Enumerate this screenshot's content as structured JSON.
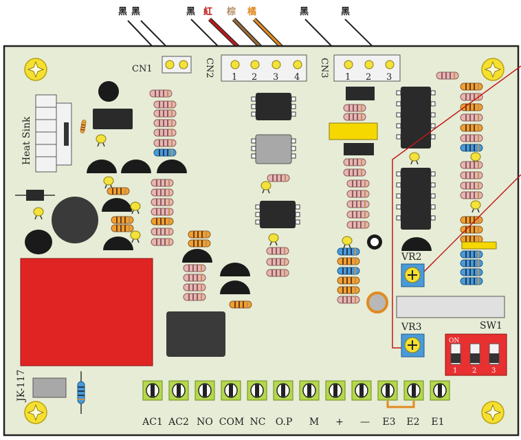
{
  "wire_labels": {
    "cn1_black_a": "黑",
    "cn1_black_b": "黑",
    "cn2_black": "黑",
    "cn2_red": "紅",
    "cn2_brown": "棕",
    "cn2_orange": "橘",
    "cn3_black_a": "黑",
    "cn3_black_b": "黑"
  },
  "connectors": {
    "cn1": {
      "label": "CN1"
    },
    "cn2": {
      "label": "CN2",
      "pins": [
        "1",
        "2",
        "3",
        "4"
      ]
    },
    "cn3": {
      "label": "CN3",
      "pins": [
        "1",
        "2",
        "3"
      ]
    }
  },
  "components": {
    "heat_sink": "Heat Sink",
    "vr2": "VR2",
    "vr3": "VR3",
    "sw1": "SW1",
    "sw1_on": "ON",
    "sw1_positions": [
      "1",
      "2",
      "3"
    ],
    "model": "JK-117"
  },
  "terminals": [
    "AC1",
    "AC2",
    "NO",
    "COM",
    "NC",
    "O.P",
    "M",
    "+",
    "—",
    "E3",
    "E2",
    "E1"
  ],
  "colors": {
    "board": "#e6ecd6",
    "relay": "#e02424",
    "terminal_block": "#b5d84c",
    "wire_black": "#222222",
    "wire_red": "#c01818",
    "wire_brown": "#9a6a3a",
    "wire_orange": "#e08a20",
    "jumper": "#e08a20",
    "pointer_line": "#c01818"
  }
}
